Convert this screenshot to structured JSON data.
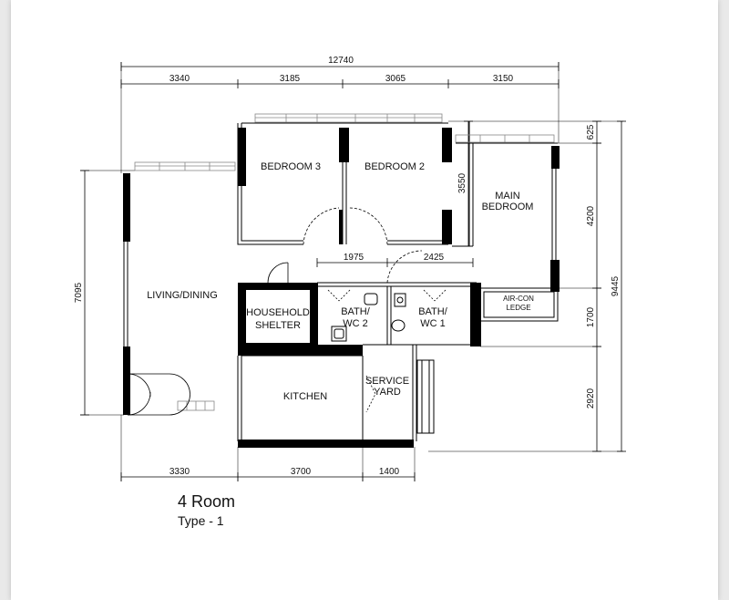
{
  "plan": {
    "title": "4 Room",
    "subtitle": "Type - 1",
    "rooms": {
      "bedroom3": "BEDROOM 3",
      "bedroom2": "BEDROOM 2",
      "main_bedroom_1": "MAIN",
      "main_bedroom_2": "BEDROOM",
      "living_dining": "LIVING/DINING",
      "household_shelter_1": "HOUSEHOLD",
      "household_shelter_2": "SHELTER",
      "bath2_1": "BATH/",
      "bath2_2": "WC 2",
      "bath1_1": "BATH/",
      "bath1_2": "WC 1",
      "aircon_1": "AIR-CON",
      "aircon_2": "LEDGE",
      "kitchen": "KITCHEN",
      "service_yard_1": "SERVICE",
      "service_yard_2": "YARD"
    },
    "dimensions": {
      "overall_width": "12740",
      "top": [
        "3340",
        "3185",
        "3065",
        "3150"
      ],
      "inner": [
        "1975",
        "2425"
      ],
      "bottom": [
        "3330",
        "3700",
        "1400"
      ],
      "left_height": "7095",
      "right_overall": "9445",
      "right": [
        "625",
        "4200",
        "1700",
        "2920"
      ],
      "bedroom2_depth": "3550"
    }
  }
}
